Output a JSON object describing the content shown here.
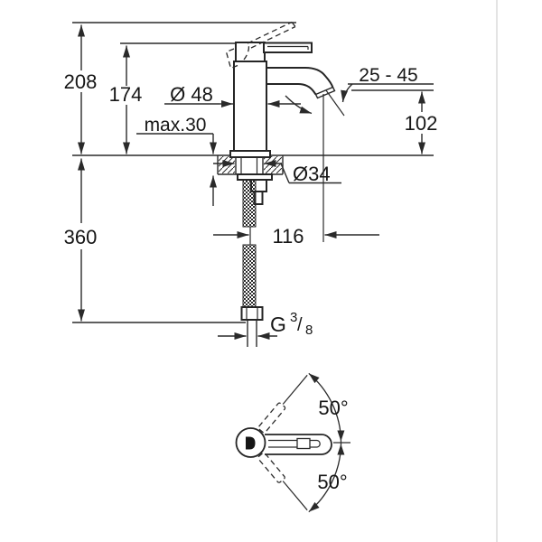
{
  "diagram": {
    "kind": "technical-dimension-drawing",
    "subject": "single-lever basin mixer faucet with flexible supply hose and handle swivel top view",
    "colors": {
      "background": "#ffffff",
      "line": "#2a2a2a",
      "text": "#161616",
      "right_divider": "#e4e4e4"
    },
    "dimensions": {
      "overall_height": "208",
      "body_height": "174",
      "body_diameter": "Ø 48",
      "max_deck_thickness": "max.30",
      "aerator_angle_range": "25 - 45",
      "spout_outlet_height": "102",
      "mounting_hole_diameter": "Ø34",
      "hose_length": "360",
      "spout_reach": "116",
      "handle_swing_upper": "50°",
      "handle_swing_lower": "50°"
    },
    "thread": {
      "prefix": "G",
      "numerator": "3",
      "separator": "/",
      "denominator": "8"
    }
  }
}
